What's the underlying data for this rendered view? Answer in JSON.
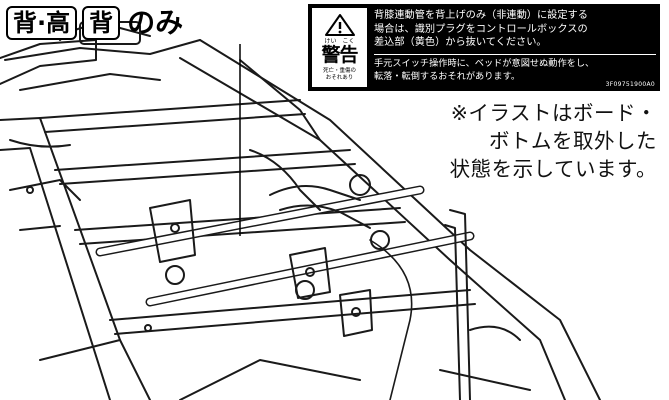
{
  "header": {
    "label_1": "背·高",
    "label_2": "背",
    "suffix": "のみ"
  },
  "warning": {
    "ruby": "けい　こく",
    "word": "警告",
    "note": "死亡・重傷の\nおそれあり",
    "main_text": "背膝連動管を背上げのみ（非連動）に設定する\n場合は、識別プラグをコントロールボックスの\n差込部（黄色）から抜いてください。",
    "sub_text": "手元スイッチ操作時に、ベッドが意図せぬ動作をし、\n転落・転倒するおそれがあります。",
    "code": "3F09751900A0"
  },
  "caption": "※イラストはボード・\nボトムを取外した\n状態を示しています。",
  "illustration": {
    "subject": "bed-frame-linkage-illustration"
  }
}
